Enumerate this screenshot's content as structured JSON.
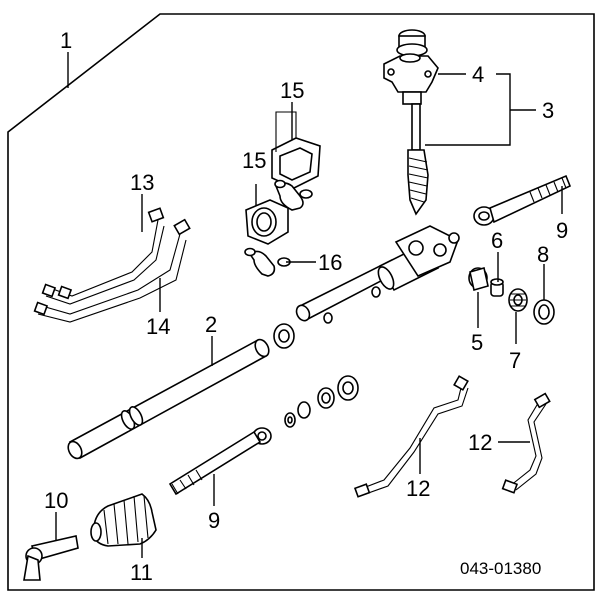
{
  "diagram": {
    "callouts": {
      "c1": "1",
      "c2": "2",
      "c3": "3",
      "c4": "4",
      "c5": "5",
      "c6": "6",
      "c7": "7",
      "c8": "8",
      "c9a": "9",
      "c9b": "9",
      "c10": "10",
      "c11": "11",
      "c12a": "12",
      "c12b": "12",
      "c13": "13",
      "c14": "14",
      "c15a": "15",
      "c15b": "15",
      "c16": "16"
    },
    "drawing_code": "043-01380"
  }
}
